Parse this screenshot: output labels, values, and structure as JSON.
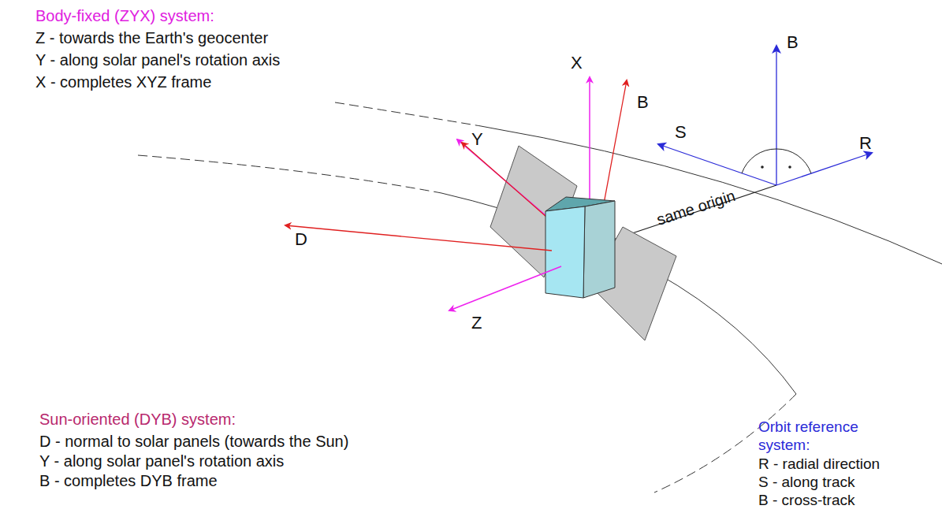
{
  "diagram": {
    "labels": [
      "Body-fixed (ZYX) system:",
      "Z - towards the Earth's geocenter",
      "Y - along solar panel's rotation axis",
      "X - completes XYZ frame",
      "Sun-oriented (DYB) system:",
      "D - normal to solar panels (towards the Sun)",
      "Y - along solar panel's rotation axis",
      "B - completes DYB frame",
      "Orbit reference system:",
      "R - radial direction",
      "S - along track",
      "B - cross-track",
      "X",
      "B",
      "Y",
      "D",
      "Z",
      "B",
      "S",
      "R",
      "same origin"
    ]
  }
}
